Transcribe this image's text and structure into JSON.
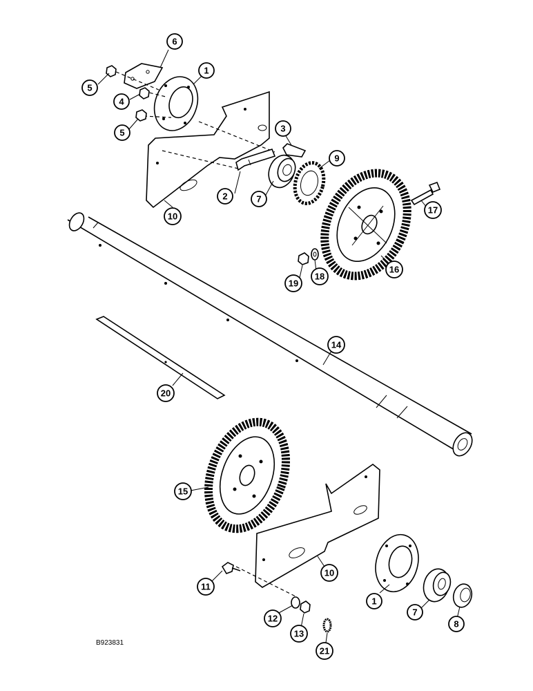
{
  "figure_ref": "B923831",
  "callouts": {
    "c1_top": "1",
    "c1_bot": "1",
    "c2": "2",
    "c3": "3",
    "c4": "4",
    "c5a": "5",
    "c5b": "5",
    "c6": "6",
    "c7_top": "7",
    "c7_bot": "7",
    "c8": "8",
    "c9": "9",
    "c10_top": "10",
    "c10_bot": "10",
    "c11": "11",
    "c12": "12",
    "c13": "13",
    "c14": "14",
    "c15": "15",
    "c16": "16",
    "c17": "17",
    "c18": "18",
    "c19": "19",
    "c20": "20",
    "c21": "21"
  }
}
